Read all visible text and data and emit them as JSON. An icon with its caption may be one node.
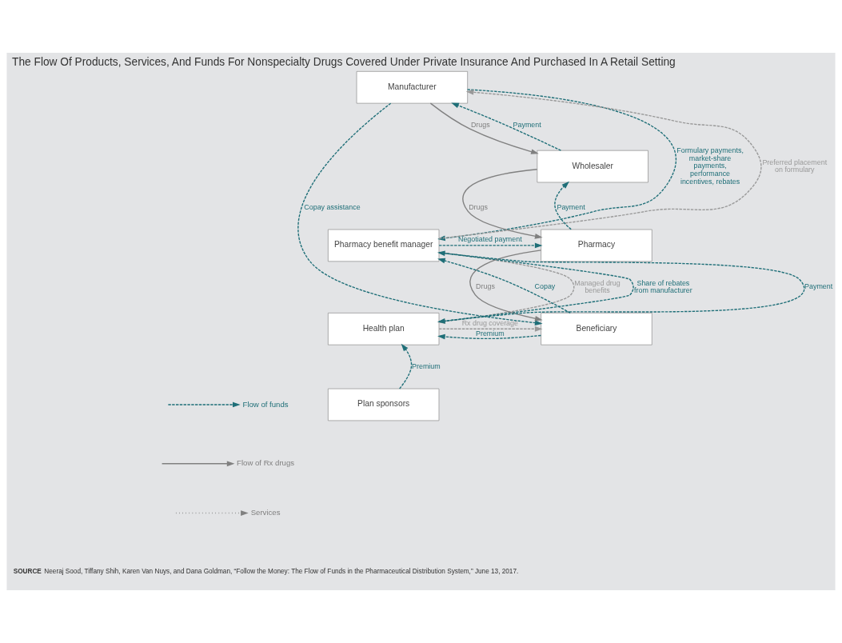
{
  "diagram": {
    "title": "The Flow Of Products, Services, And Funds For Nonspecialty Drugs Covered Under Private Insurance And Purchased In A Retail Setting",
    "caption": "**SOURCE** Neeraj Sood, Tiffany Shih, Karen Van Nuys, and Dana Goldman, “Follow the Money: The Flow of Funds in the Pharmaceutical Distribution System,” June 13, 2017.",
    "nodes": [
      {
        "text": [
          "Manufacturer"
        ]
      },
      {
        "text": [
          "Wholesaler"
        ]
      },
      {
        "text": [
          "Pharmacy benefit manager"
        ]
      },
      {
        "text": [
          "Pharmacy"
        ]
      },
      {
        "text": [
          "Health plan"
        ]
      },
      {
        "text": [
          "Beneficiary"
        ]
      },
      {
        "text": [
          "Plan sponsors"
        ]
      }
    ],
    "edges": [
      {
        "from": 0,
        "to": 2,
        "arrow": "to",
        "style": "dashed",
        "label": "Formulary payments, market-share payments, performance incentives, rebates"
      },
      {
        "from": 2,
        "to": 0,
        "arrow": "to",
        "style": "dashed",
        "color": "#999999",
        "label": "Preferred placement on formulary"
      },
      {
        "from": 0,
        "to": 1,
        "arrow": "to",
        "color": "#808080",
        "label": "Drugs"
      },
      {
        "from": 1,
        "to": 0,
        "arrow": "to",
        "style": "dashed",
        "label": "Payment"
      },
      {
        "from": 1,
        "to": 3,
        "arrow": "to",
        "color": "#808080",
        "label": "Drugs"
      },
      {
        "from": 3,
        "to": 1,
        "arrow": "to",
        "style": "dashed",
        "label": "Payment"
      },
      {
        "from": 0,
        "to": 5,
        "arrow": "to",
        "style": "dashed",
        "label": "Copay assistance"
      },
      {
        "from": 2,
        "to": 3,
        "arrow": "to",
        "style": "dashed",
        "label": "Negotiated payment"
      },
      {
        "from": 5,
        "to": 2,
        "arrow": "to",
        "style": "dashed",
        "label": "Copay"
      },
      {
        "from": 3,
        "to": 5,
        "arrow": "to",
        "color": "#808080",
        "label": "Drugs"
      },
      {
        "from": 4,
        "to": 2,
        "arrow": "to",
        "style": "dashed",
        "label": "Payment"
      },
      {
        "from": 2,
        "to": 4,
        "arrow": "to",
        "style": "dashed",
        "color": "#999999",
        "label": "Managed drug benefits"
      },
      {
        "from": 2,
        "to": 4,
        "arrow": "to",
        "style": "dashed",
        "label": "Share of rebates from manufacturer"
      },
      {
        "from": 4,
        "to": 5,
        "arrow": "to",
        "style": "dashed",
        "color": "#999999",
        "label": "Rx drug coverage"
      },
      {
        "from": 5,
        "to": 4,
        "arrow": "to",
        "style": "dashed",
        "label": "Premium"
      },
      {
        "from": 6,
        "to": 4,
        "arrow": "to",
        "style": "dashed",
        "label": "Premium"
      }
    ],
    "legend": [
      {
        "text": "Flow of funds"
      },
      {
        "text": "Flow of Rx drugs"
      },
      {
        "text": "Services"
      }
    ]
  }
}
